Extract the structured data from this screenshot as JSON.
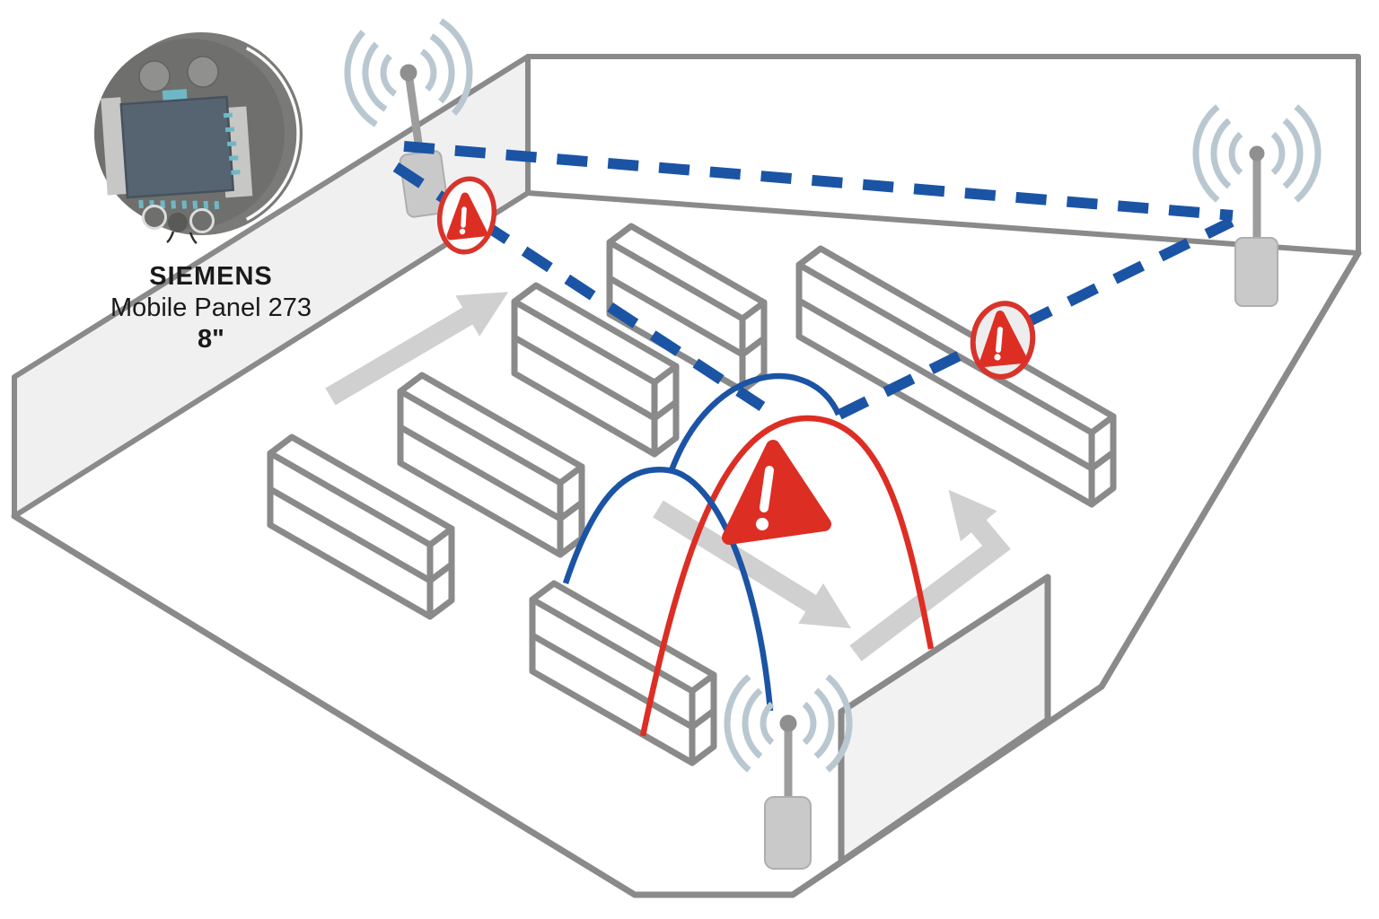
{
  "device_label": {
    "brand": "SIEMENS",
    "model": "Mobile Panel 273",
    "screen_size": "8\""
  },
  "colors": {
    "blue": "#1b54a5",
    "red": "#dd2e24",
    "warnred": "#d7342c",
    "outline": "#8a8a8a",
    "wall": "#f0f0f0",
    "wall2": "#f2f2f2",
    "arrow": "#d0d0d0",
    "signal": "#b9c8d0",
    "antbody": "#c9c9c9",
    "antedge": "#aeaeae",
    "mast": "#9d9d9d",
    "device": "#6f6f6d",
    "devicerim": "#7a7a78",
    "screen": "#566472",
    "teal": "#6fb7c6",
    "text": "#1a1a1a",
    "bg": "#ffffff"
  },
  "diagram": {
    "type": "wireless-coverage-factory-floor",
    "access_points": [
      {
        "id": "ap-top-left",
        "icon": "antenna-icon"
      },
      {
        "id": "ap-right",
        "icon": "antenna-icon"
      },
      {
        "id": "ap-bottom",
        "icon": "antenna-icon"
      }
    ],
    "connections": [
      {
        "from": "ap-top-left",
        "to": "ap-right",
        "style": "dashed",
        "status": "clear"
      },
      {
        "from": "ap-top-left",
        "to": "floor-center",
        "style": "dashed",
        "status": "obstructed"
      },
      {
        "from": "floor-center",
        "to": "ap-right",
        "style": "dashed",
        "status": "obstructed"
      }
    ],
    "warnings": [
      {
        "id": "warning-near-ap-top-left",
        "icon": "warning-triangle-icon"
      },
      {
        "id": "warning-on-right-rack",
        "icon": "warning-triangle-icon"
      },
      {
        "id": "warning-cell-overlap",
        "icon": "warning-triangle-icon"
      }
    ],
    "coverage_cells": [
      {
        "id": "cell-blue-small",
        "color_ref": "blue"
      },
      {
        "id": "cell-blue-large",
        "color_ref": "blue"
      },
      {
        "id": "cell-red",
        "color_ref": "red"
      }
    ],
    "shelving_rack_count": 6,
    "movement_arrow_count": 3
  }
}
